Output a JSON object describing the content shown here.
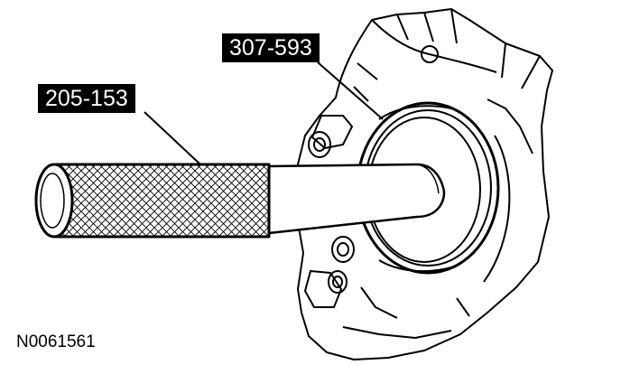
{
  "callouts": {
    "seal_tool": "307-593",
    "handle_tool": "205-153"
  },
  "figure_id": "N0061561"
}
